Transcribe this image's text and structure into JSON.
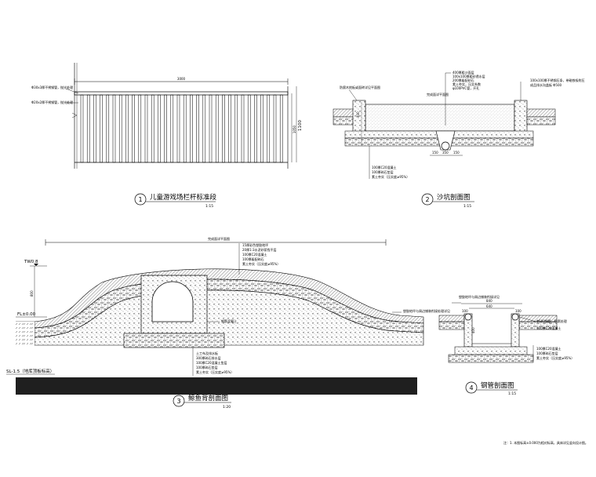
{
  "drawings": [
    {
      "number": "1",
      "title": "儿童游戏场栏杆标准段",
      "scale": "1:15",
      "dims": {
        "length": "3000",
        "h1": "1050",
        "h2": "1100"
      },
      "notes": [
        "Φ30x3厚不锈钢管，抛光处理",
        "Φ20x2厚不锈钢管，抛光处理"
      ]
    },
    {
      "number": "2",
      "title": "沙坑剖面图",
      "scale": "1:15",
      "dims": {
        "a": "150",
        "b": "350",
        "c": "150"
      },
      "labels_top": [
        "400厚粗沙面层",
        "100x100厚粗砂透水层",
        "200厚级配砂石",
        "素土夯实，压实系数",
        "φ100PVC管，开孔"
      ],
      "labels_left": [
        "防腐木地板或面砖详见平面图"
      ],
      "labels_right": [
        "100x100厚不锈钢压条，带磁铁吸附压",
        "成品排水沟盖板 Φ500"
      ],
      "labels_mid": [
        "完成面详平面图"
      ],
      "labels_bottom": [
        "100厚C20混凝土",
        "100厚碎石垫层",
        "素土夯实（压实度≥95%）"
      ]
    },
    {
      "number": "3",
      "title": "鲸鱼背剖面图",
      "scale": "1:20",
      "marks": {
        "top": "TW0.8",
        "fl": "FL±0.00",
        "sl": "SL-1.5（地库顶板标高）",
        "h": "800"
      },
      "labels_top": [
        "完成面详平面图",
        "15厚彩色塑胶地坪",
        "20厚1:3水泥砂浆找平层",
        "100厚C20混凝土",
        "100厚级配碎石",
        "素土夯实（压实度≥95%）"
      ],
      "labels_side": [
        "钢筋混凝土",
        "塑胶地坪与周边铺装衔接处理详见"
      ],
      "labels_bottom": [
        "土工布及排水板",
        "300厚碎石排水层",
        "100厚C20混凝土垫层",
        "100厚碎石垫层",
        "素土夯实（压实度≥95%）"
      ]
    },
    {
      "number": "4",
      "title": "钢管剖面图",
      "scale": "1:15",
      "dims": {
        "total": "840",
        "inner": "640",
        "left": "100",
        "right": "100",
        "h": "400"
      },
      "labels": [
        "塑胶地坪与周边铺装衔接详见",
        "Φ600钢管，防腐处理",
        "120厚C20混凝土",
        "100厚C20混凝土",
        "100厚碎石垫层",
        "素土夯实（压实度≥95%）"
      ]
    }
  ],
  "footnote": "注：1. 本图标高±0.000为相对标高，具体详见竖向设计图。"
}
